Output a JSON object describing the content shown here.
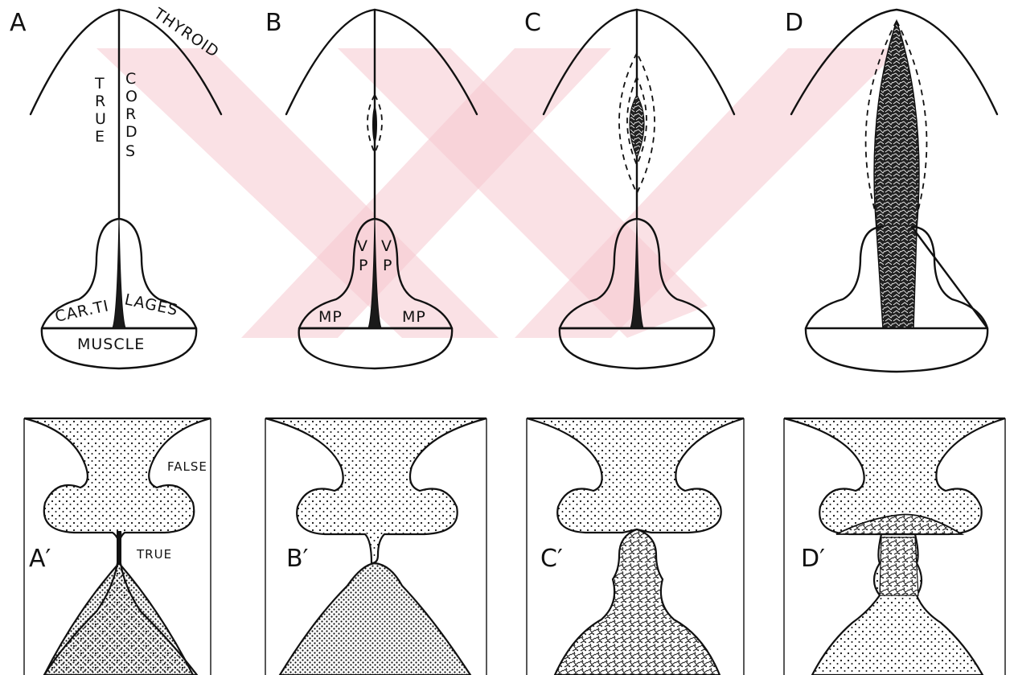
{
  "panels_top": [
    {
      "letter": "A"
    },
    {
      "letter": "B"
    },
    {
      "letter": "C"
    },
    {
      "letter": "D"
    }
  ],
  "panels_bottom": [
    {
      "letter": "A′"
    },
    {
      "letter": "B′"
    },
    {
      "letter": "C′"
    },
    {
      "letter": "D′"
    }
  ],
  "labels": {
    "thyroid": "THYROID",
    "true_vertical": [
      "T",
      "R",
      "U",
      "E"
    ],
    "cords_vertical": [
      "C",
      "O",
      "R",
      "D",
      "S"
    ],
    "cartilages_left": "CAR.TI",
    "cartilages_right": "LAGES",
    "muscle": "MUSCLE",
    "vp_v": "V",
    "vp_p": "P",
    "mp": "MP",
    "false": "FALSE",
    "true": "TRUE"
  },
  "colors": {
    "ink": "#111111",
    "watermark": "#f5c9cf"
  }
}
